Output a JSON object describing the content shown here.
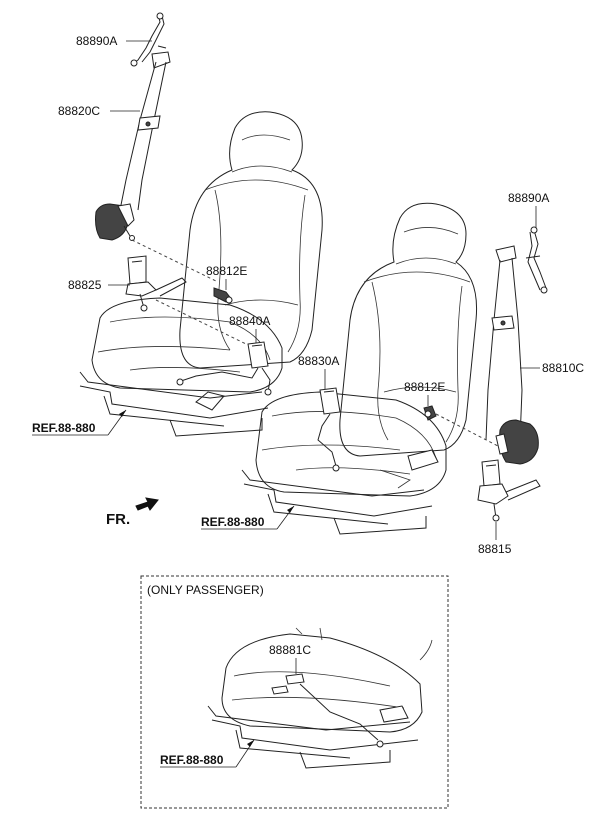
{
  "labels": {
    "part_88890A_left": "88890A",
    "part_88820C": "88820C",
    "part_88825": "88825",
    "part_88812E_left": "88812E",
    "part_88840A": "88840A",
    "part_88830A": "88830A",
    "part_88890A_right": "88890A",
    "part_88812E_right": "88812E",
    "part_88810C": "88810C",
    "part_88815": "88815",
    "part_88881C": "88881C"
  },
  "refs": {
    "ref_left": "REF.88-880",
    "ref_right": "REF.88-880",
    "ref_inset": "REF.88-880"
  },
  "direction": {
    "fr": "FR."
  },
  "inset": {
    "title": "(ONLY PASSENGER)"
  }
}
